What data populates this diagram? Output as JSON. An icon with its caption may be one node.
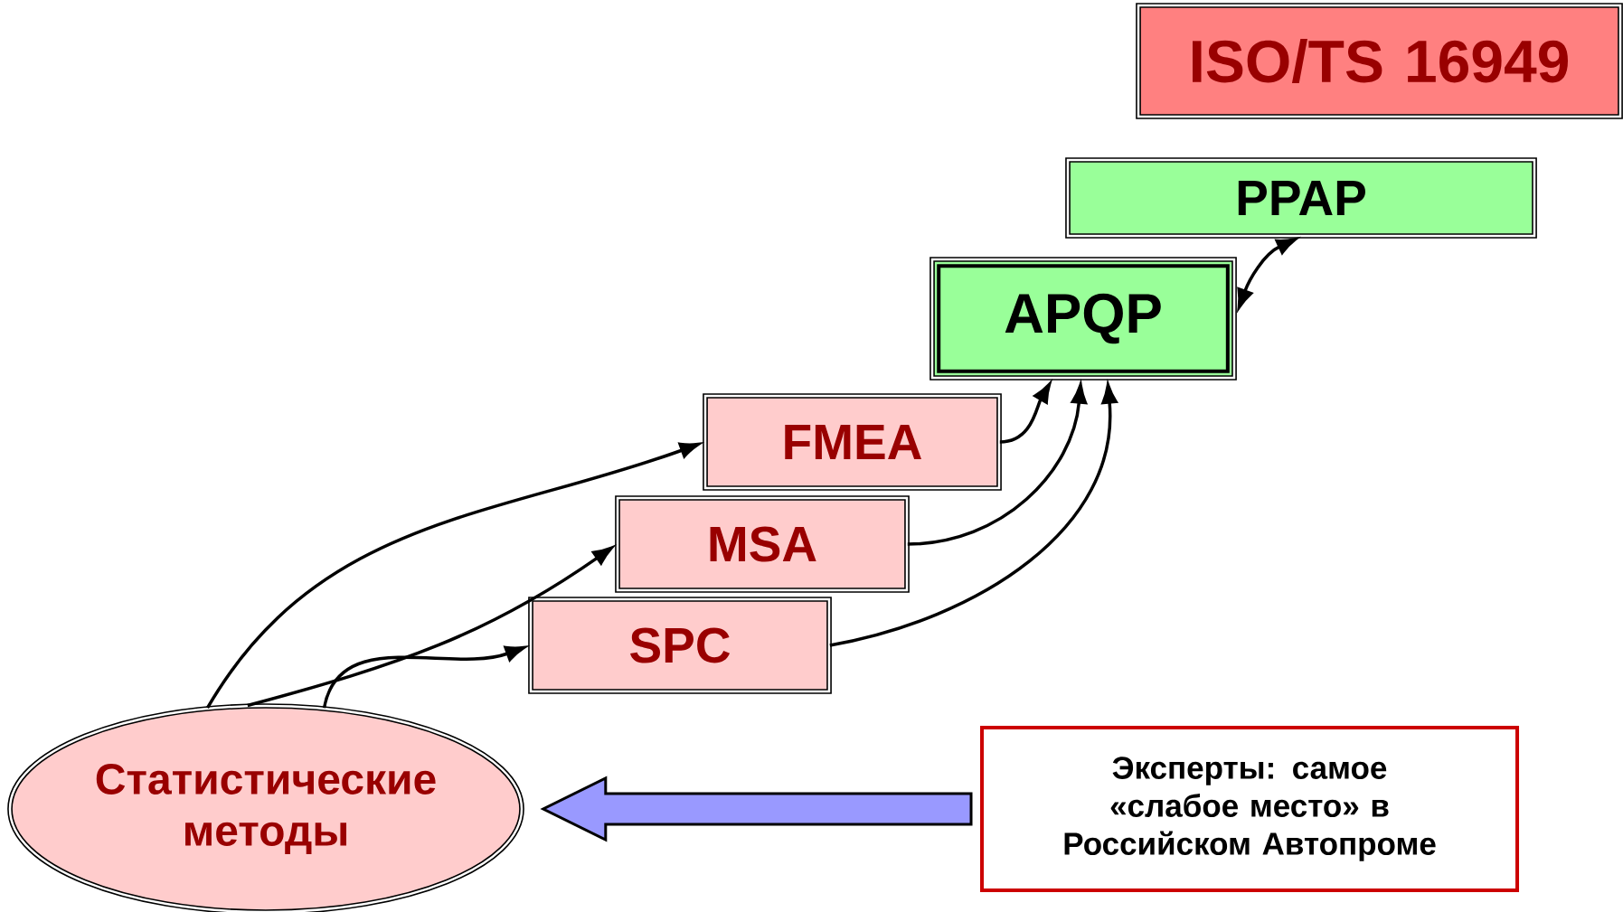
{
  "diagram": {
    "nodes": [
      {
        "text": [
          "ISO/TS 16949"
        ]
      },
      {
        "text": [
          "PPAP"
        ]
      },
      {
        "text": [
          "APQP"
        ]
      },
      {
        "text": [
          "FMEA"
        ]
      },
      {
        "text": [
          "MSA"
        ]
      },
      {
        "text": [
          "SPC"
        ]
      },
      {
        "text": [
          "Статистические методы"
        ]
      },
      {
        "text": [
          "Эксперты: самое «слабое место» в Российском Автопроме"
        ]
      }
    ],
    "edges": [
      {
        "from": 6,
        "to": 5,
        "arrow": "to"
      },
      {
        "from": 6,
        "to": 4,
        "arrow": "to"
      },
      {
        "from": 6,
        "to": 3,
        "arrow": "to"
      },
      {
        "from": 5,
        "to": 2,
        "arrow": "to"
      },
      {
        "from": 4,
        "to": 2,
        "arrow": "to"
      },
      {
        "from": 3,
        "to": 2,
        "arrow": "to"
      },
      {
        "from": 2,
        "to": 1,
        "arrow": "both"
      },
      {
        "from": 7,
        "to": 6,
        "arrow": "to",
        "style": "thick",
        "color": "#9999ff"
      }
    ]
  }
}
